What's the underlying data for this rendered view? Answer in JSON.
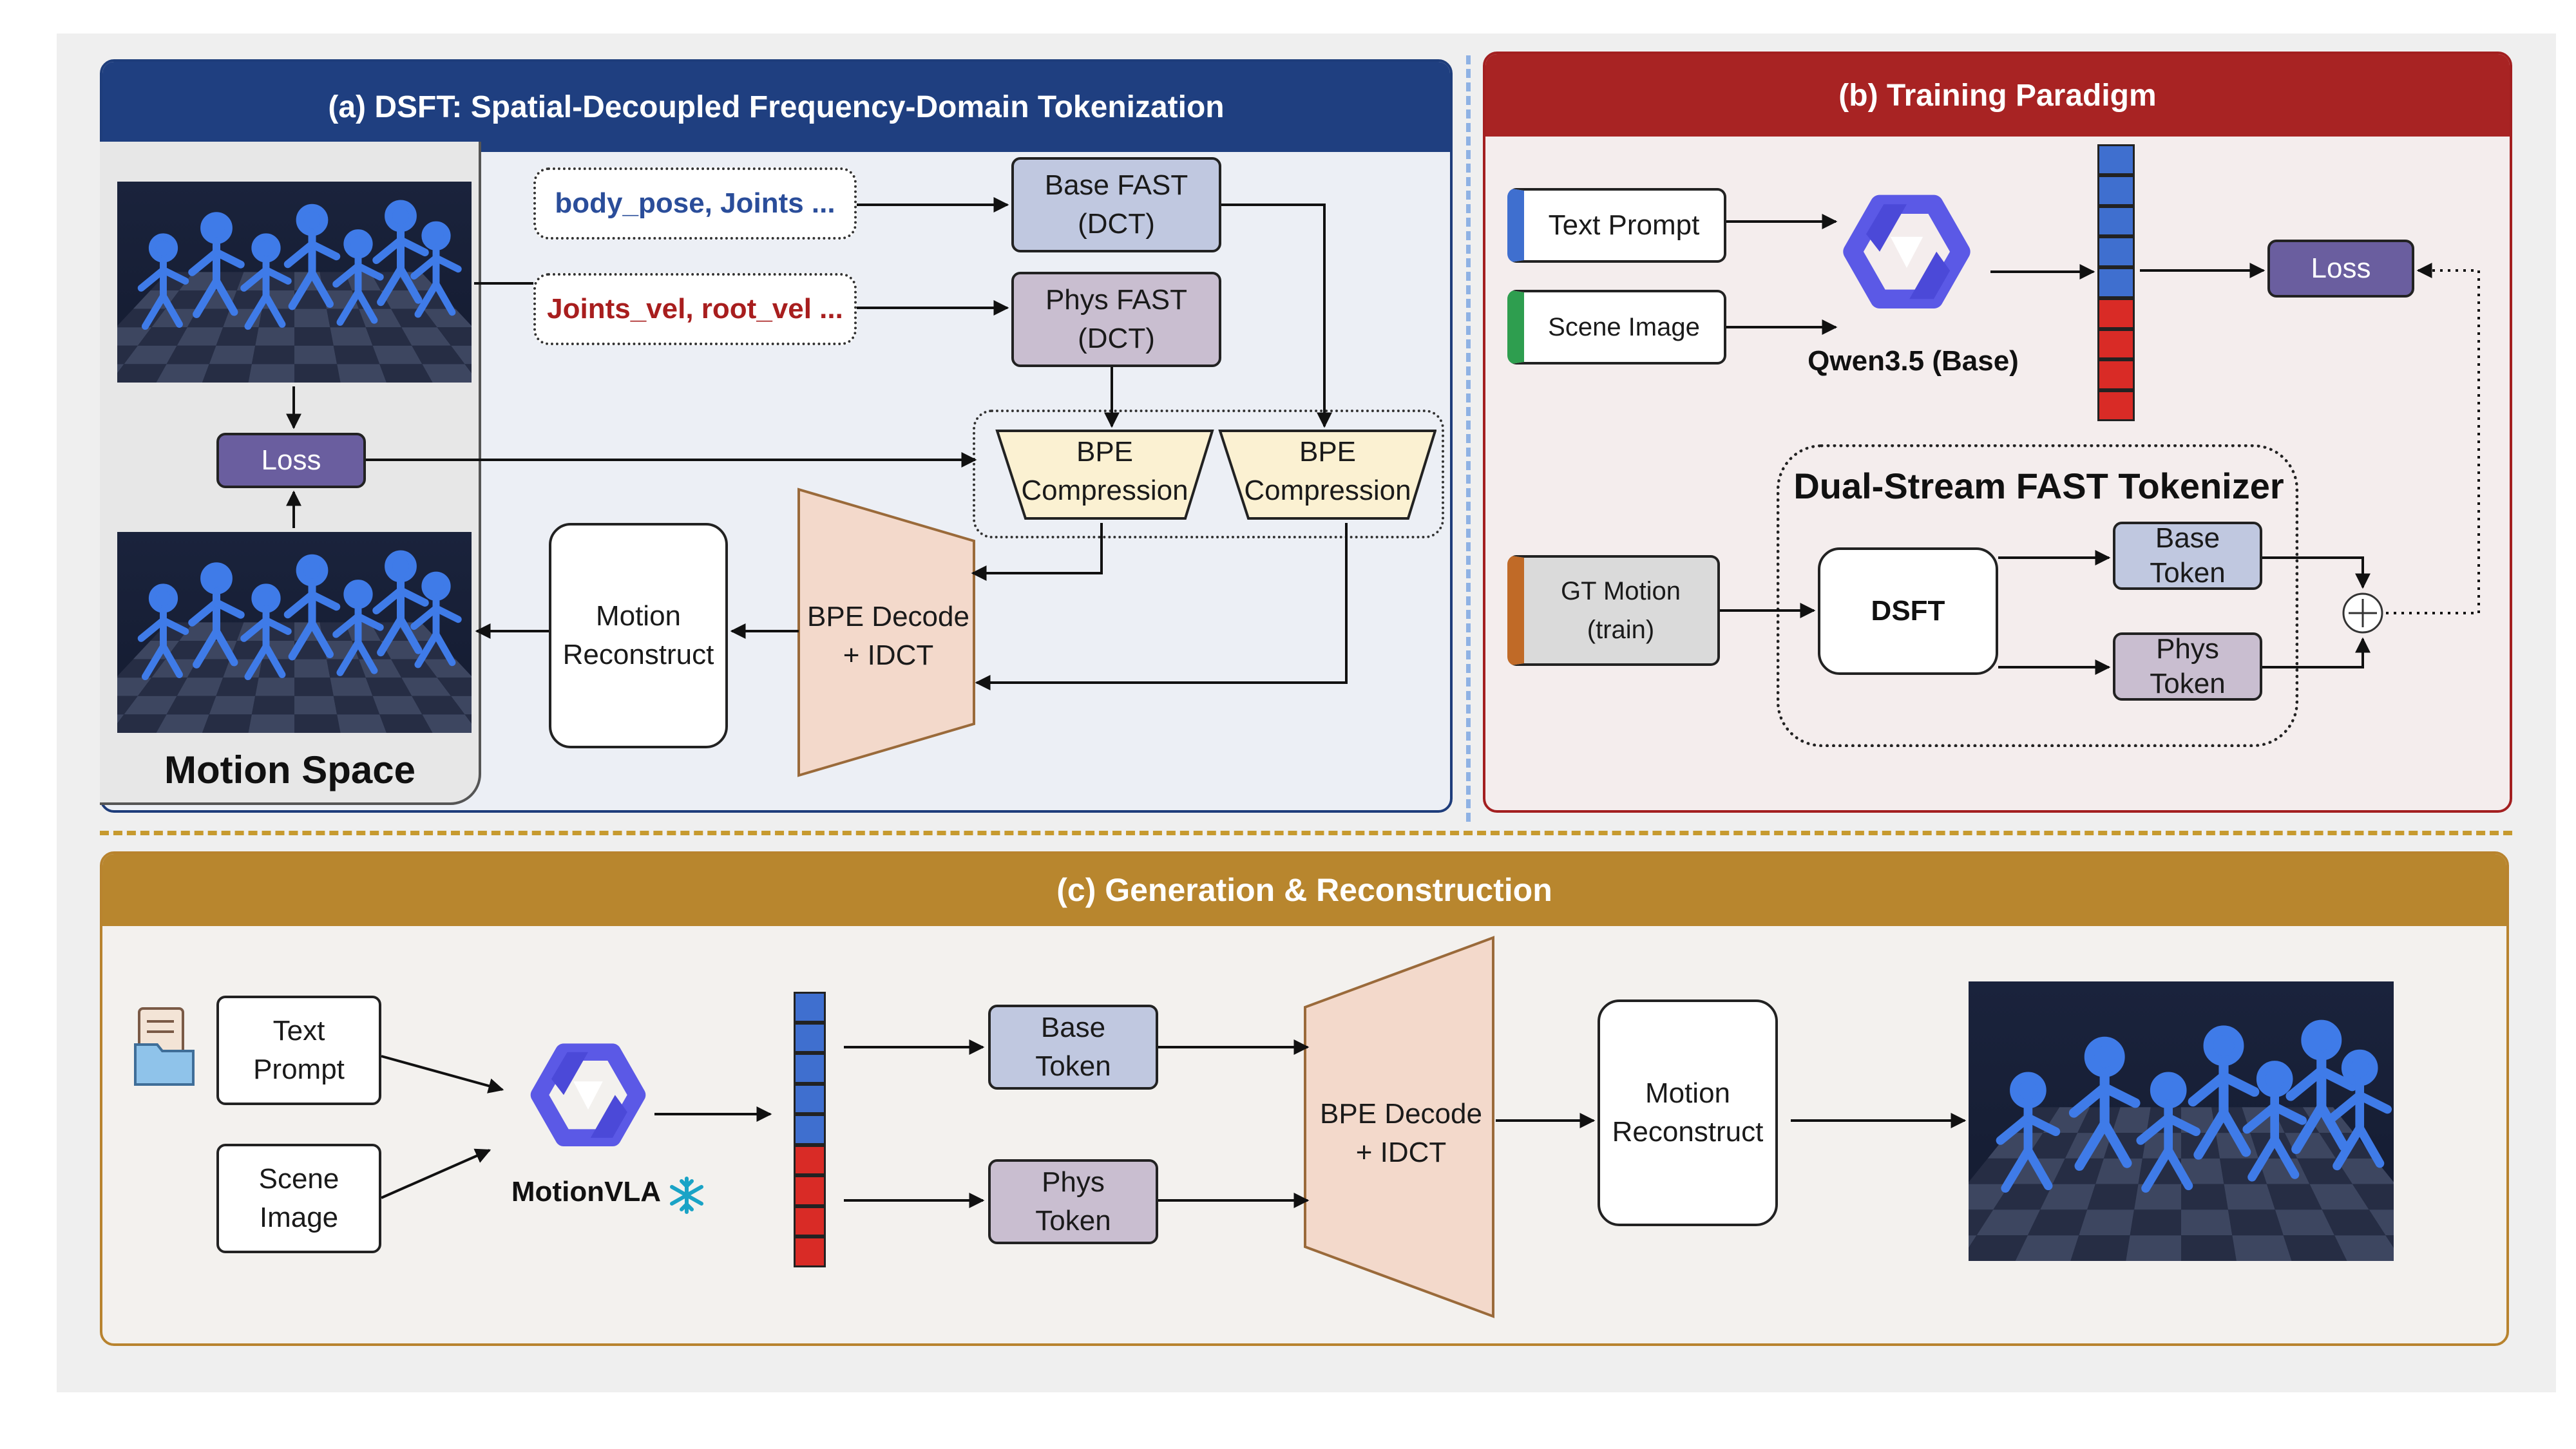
{
  "colors": {
    "panel_a": "#1f3f80",
    "panel_b": "#a82323",
    "panel_c": "#b8862e",
    "token_blue": "#3f6fcf",
    "token_red": "#d92b26",
    "loss_purple": "#6a5e9f"
  },
  "panel_a": {
    "title": "(a) DSFT: Spatial-Decoupled Frequency-Domain Tokenization",
    "motion_space": "Motion Space",
    "loss": "Loss",
    "input_body": "body_pose, Joints ...",
    "input_phys": "Joints_vel, root_vel ...",
    "base_fast": [
      "Base FAST",
      "(DCT)"
    ],
    "phys_fast": [
      "Phys FAST",
      "(DCT)"
    ],
    "bpe_compression": [
      "BPE",
      "Compression"
    ],
    "bpe_decode": [
      "BPE Decode",
      "+ IDCT"
    ],
    "motion_reconstruct": [
      "Motion",
      "Reconstruct"
    ]
  },
  "panel_b": {
    "title": "(b) Training Paradigm",
    "text_prompt": "Text  Prompt",
    "scene_image": "Scene  Image",
    "model_label": "Qwen3.5 (Base)",
    "loss": "Loss",
    "tokenizer_title": "Dual-Stream FAST Tokenizer",
    "gt_motion": [
      "GT Motion",
      "(train)"
    ],
    "dsft": "DSFT",
    "base_token": [
      "Base",
      "Token"
    ],
    "phys_token": [
      "Phys",
      "Token"
    ],
    "plus": "+"
  },
  "panel_c": {
    "title": "(c) Generation & Reconstruction",
    "text_prompt": [
      "Text",
      "Prompt"
    ],
    "scene_image": [
      "Scene",
      "Image"
    ],
    "model_label": "MotionVLA",
    "base_token": [
      "Base",
      "Token"
    ],
    "phys_token": [
      "Phys",
      "Token"
    ],
    "bpe_decode": [
      "BPE Decode",
      "+ IDCT"
    ],
    "motion_reconstruct": [
      "Motion",
      "Reconstruct"
    ]
  },
  "icons": [
    "qwen-logo-icon",
    "snowflake-icon",
    "document-folder-icon",
    "plus-circle-icon"
  ]
}
